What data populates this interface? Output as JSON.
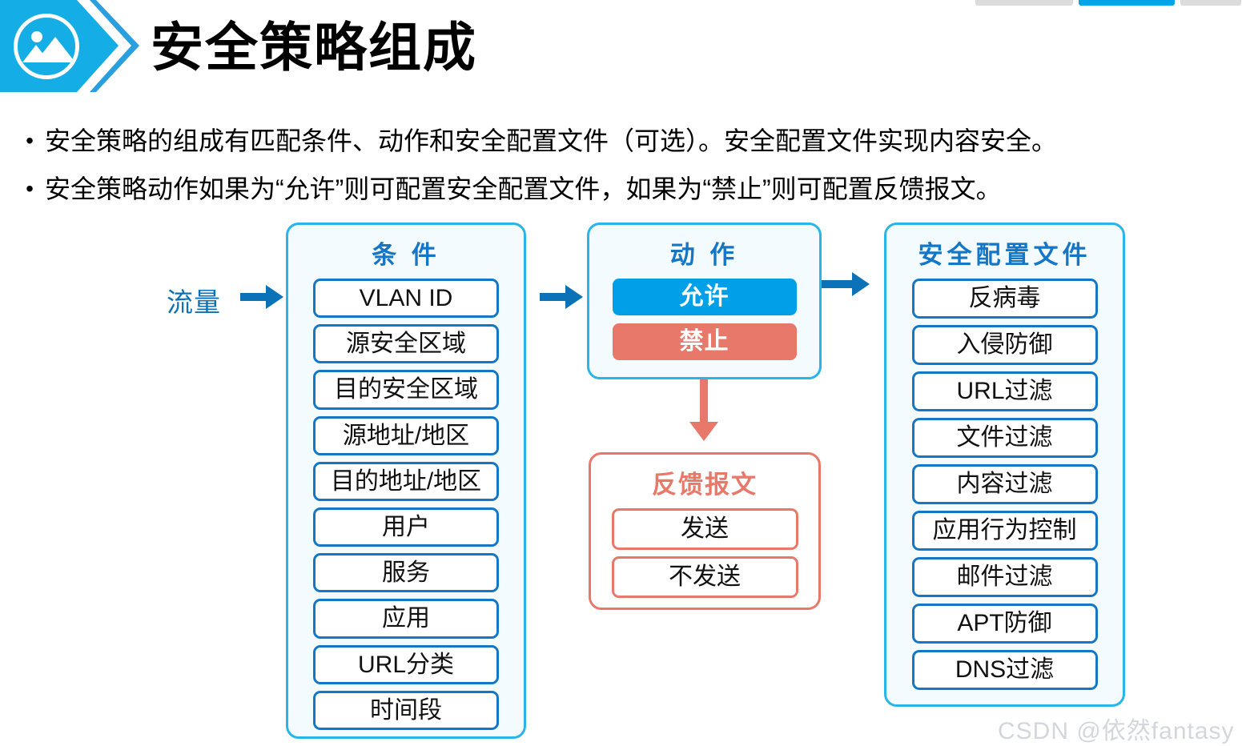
{
  "top_strip": {
    "tabs": [
      {
        "name": "mini-tab-1",
        "state": "inactive"
      },
      {
        "name": "mini-tab-2",
        "state": "active"
      },
      {
        "name": "mini-tab-3",
        "state": "inactive"
      }
    ]
  },
  "header": {
    "title": "安全策略组成",
    "icon": "image-placeholder-icon",
    "banner_color": "#14ade5",
    "accent_color": "#2a9fe0"
  },
  "bullets": [
    {
      "marker": "•",
      "text": "安全策略的组成有匹配条件、动作和安全配置文件（可选）。安全配置文件实现内容安全。"
    },
    {
      "marker": "•",
      "text": "安全策略动作如果为“允许”则可配置安全配置文件，如果为“禁止”则可配置反馈报文。"
    }
  ],
  "diagram": {
    "flow_label": "流量",
    "flow_label_color": "#0c72b8",
    "arrow_color": "#0c72b8",
    "red_arrow_color": "#e8796a",
    "conditions": {
      "title": "条 件",
      "border_color": "#29b4ea",
      "fill_color": "#f3fbfe",
      "items": [
        "VLAN ID",
        "源安全区域",
        "目的安全区域",
        "源地址/地区",
        "目的地址/地区",
        "用户",
        "服务",
        "应用",
        "URL分类",
        "时间段"
      ]
    },
    "action": {
      "title": "动 作",
      "border_color": "#29b4ea",
      "fill_color": "#f3fbfe",
      "allow": {
        "label": "允许",
        "color": "#00a0e9"
      },
      "deny": {
        "label": "禁止",
        "color": "#e8796a"
      }
    },
    "feedback": {
      "title": "反馈报文",
      "border_color": "#e8796a",
      "items": [
        "发送",
        "不发送"
      ]
    },
    "profiles": {
      "title": "安全配置文件",
      "border_color": "#29b4ea",
      "fill_color": "#f3fbfe",
      "items": [
        "反病毒",
        "入侵防御",
        "URL过滤",
        "文件过滤",
        "内容过滤",
        "应用行为控制",
        "邮件过滤",
        "APT防御",
        "DNS过滤"
      ]
    }
  },
  "watermark": "CSDN @依然fantasy ,"
}
